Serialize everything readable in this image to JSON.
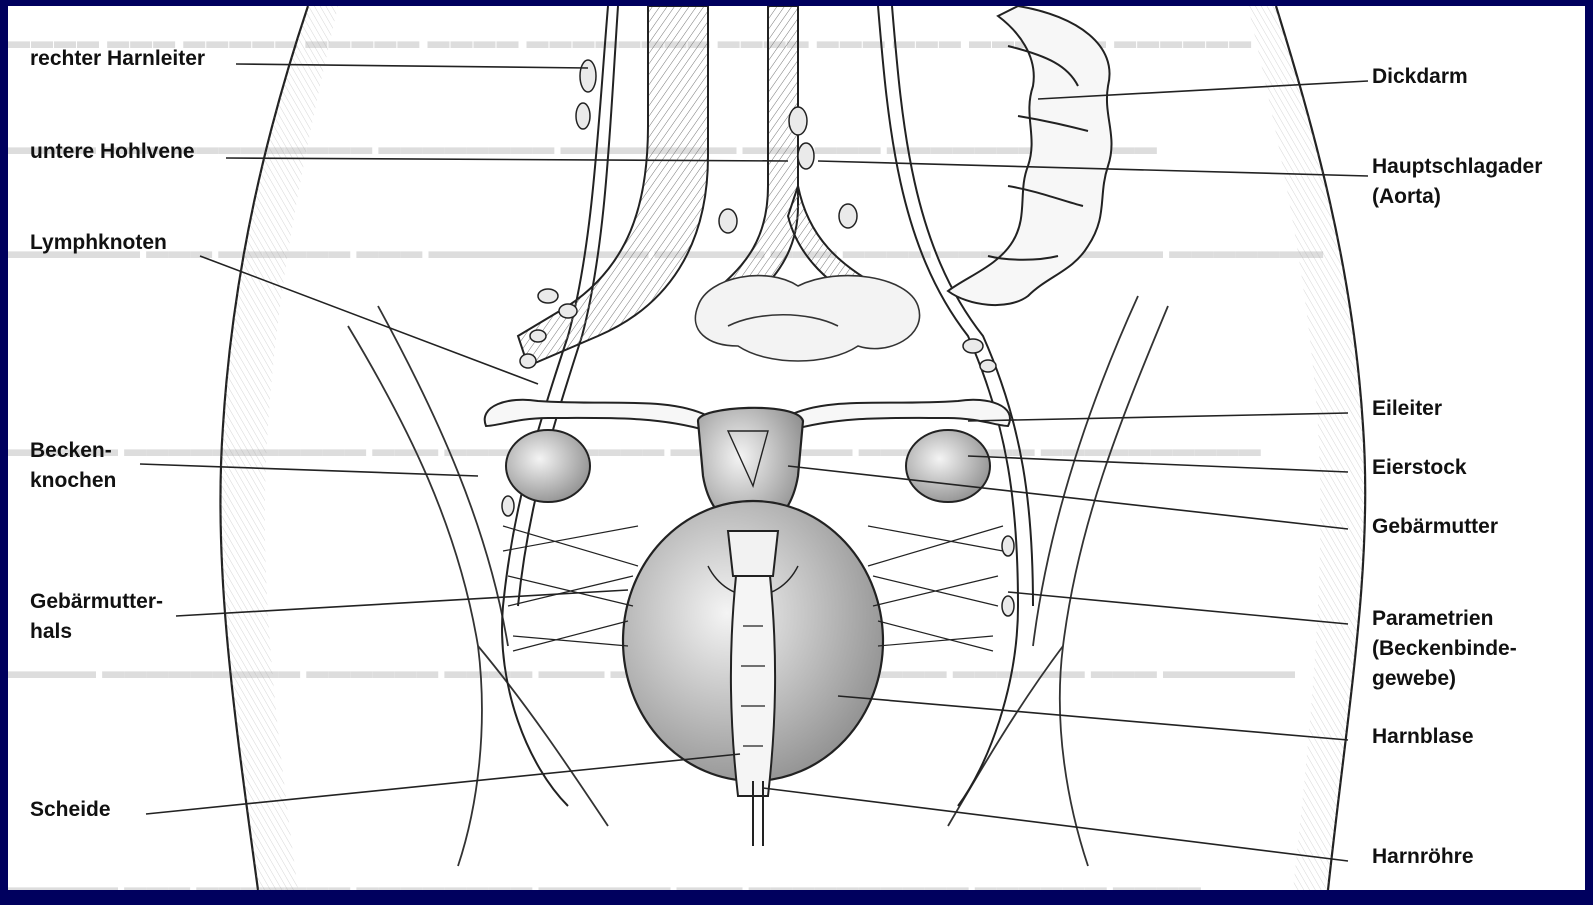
{
  "colors": {
    "border": "#00005e",
    "paper": "#ffffff",
    "ink": "#111111"
  },
  "labels_left": {
    "rechter_harnleiter": "rechter Harnleiter",
    "untere_hohlvene": "untere Hohlvene",
    "lymphknoten": "Lymphknoten",
    "beckenknochen_1": "Becken-",
    "beckenknochen_2": "knochen",
    "gebaermutterhals_1": "Gebärmutter-",
    "gebaermutterhals_2": "hals",
    "scheide": "Scheide"
  },
  "labels_right": {
    "dickdarm": "Dickdarm",
    "hauptschlagader_1": "Hauptschlagader",
    "hauptschlagader_2": "(Aorta)",
    "eileiter": "Eileiter",
    "eierstock": "Eierstock",
    "gebaermutter": "Gebärmutter",
    "parametrien_1": "Parametrien",
    "parametrien_2": "(Beckenbinde-",
    "parametrien_3": "gewebe)",
    "harnblase": "Harnblase",
    "harnroehre": "Harnröhre"
  }
}
